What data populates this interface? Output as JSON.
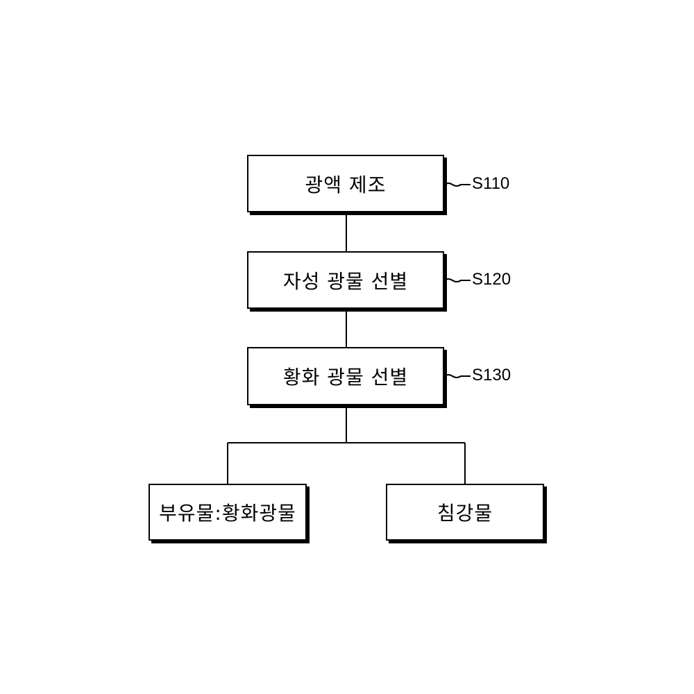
{
  "steps": [
    {
      "label": "광액 제조",
      "code": "S110"
    },
    {
      "label": "자성 광물 선별",
      "code": "S120"
    },
    {
      "label": "황화 광물 선별",
      "code": "S130"
    }
  ],
  "outputs": {
    "left": "부유물:황화광물",
    "right": "침강물"
  }
}
